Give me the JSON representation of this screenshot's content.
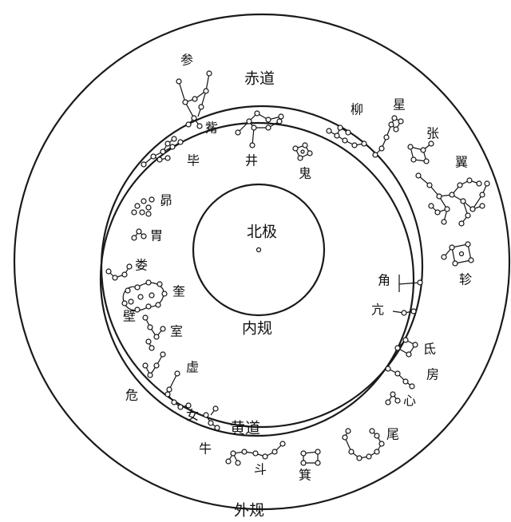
{
  "labels": {
    "north_pole": "北极",
    "inner_circle": "内规",
    "equator": "赤道",
    "ecliptic": "黄道",
    "outer_circle": "外规"
  },
  "mansions": [
    "参",
    "觜",
    "毕",
    "井",
    "鬼",
    "柳",
    "星",
    "张",
    "翼",
    "轸",
    "角",
    "亢",
    "氐",
    "房",
    "心",
    "尾",
    "箕",
    "斗",
    "牛",
    "女",
    "虚",
    "危",
    "室",
    "壁",
    "奎",
    "娄",
    "胃",
    "昴"
  ]
}
